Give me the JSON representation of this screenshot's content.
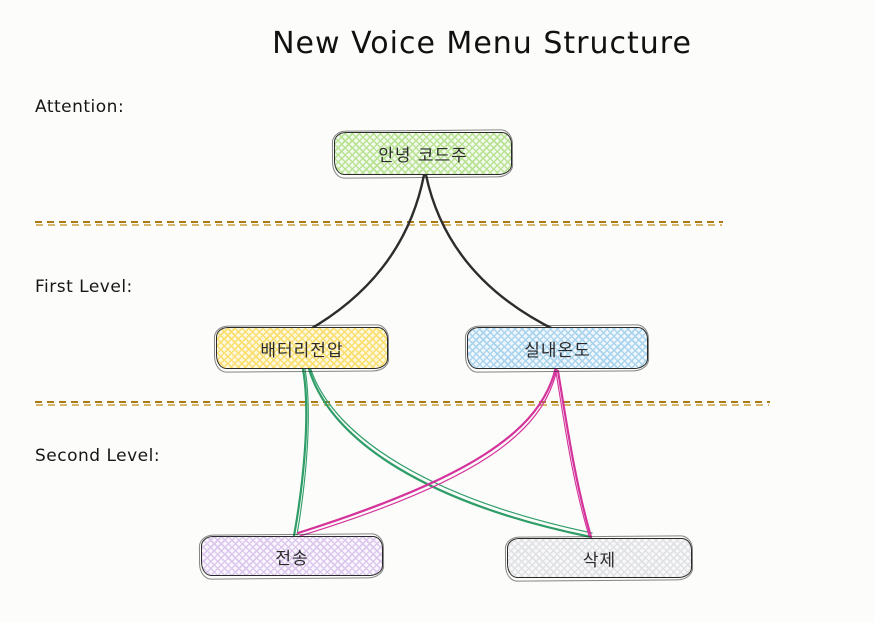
{
  "diagram": {
    "title": "New Voice Menu Structure",
    "background_color": "#fcfcfa",
    "ink_color": "#1e1e1e",
    "section_labels": [
      {
        "text": "Attention:"
      },
      {
        "text": "First Level:"
      },
      {
        "text": "Second Level:"
      }
    ],
    "separators": [
      {
        "style": "dashed",
        "color_dark": "#a87b14",
        "color_light": "#c9a03c"
      },
      {
        "style": "dashed",
        "color_dark": "#a87b14",
        "color_light": "#c9a03c"
      }
    ],
    "nodes": [
      {
        "id": "greeting",
        "level": "Attention",
        "label": "안녕 코드주",
        "fill": "#f3faed",
        "hatch": "#b9e394"
      },
      {
        "id": "battery",
        "level": "First Level",
        "label": "배터리전압",
        "fill": "#fdf7dd",
        "hatch": "#fadf6f"
      },
      {
        "id": "temp",
        "level": "First Level",
        "label": "실내온도",
        "fill": "#f0f7fc",
        "hatch": "#aad4ee"
      },
      {
        "id": "send",
        "level": "Second Level",
        "label": "전송",
        "fill": "#faf7fc",
        "hatch": "#dcc8ef"
      },
      {
        "id": "delete",
        "level": "Second Level",
        "label": "삭제",
        "fill": "#f8f8f8",
        "hatch": "#dfe1e4"
      }
    ],
    "edges": [
      {
        "from": "안녕 코드주",
        "to": "배터리전압",
        "color": "#2d2d2d"
      },
      {
        "from": "안녕 코드주",
        "to": "실내온도",
        "color": "#2d2d2d"
      },
      {
        "from": "배터리전압",
        "to": "전송",
        "color": "#2e9d68"
      },
      {
        "from": "배터리전압",
        "to": "삭제",
        "color": "#2e9d68"
      },
      {
        "from": "실내온도",
        "to": "전송",
        "color": "#d4339c"
      },
      {
        "from": "실내온도",
        "to": "삭제",
        "color": "#d4339c"
      }
    ]
  }
}
